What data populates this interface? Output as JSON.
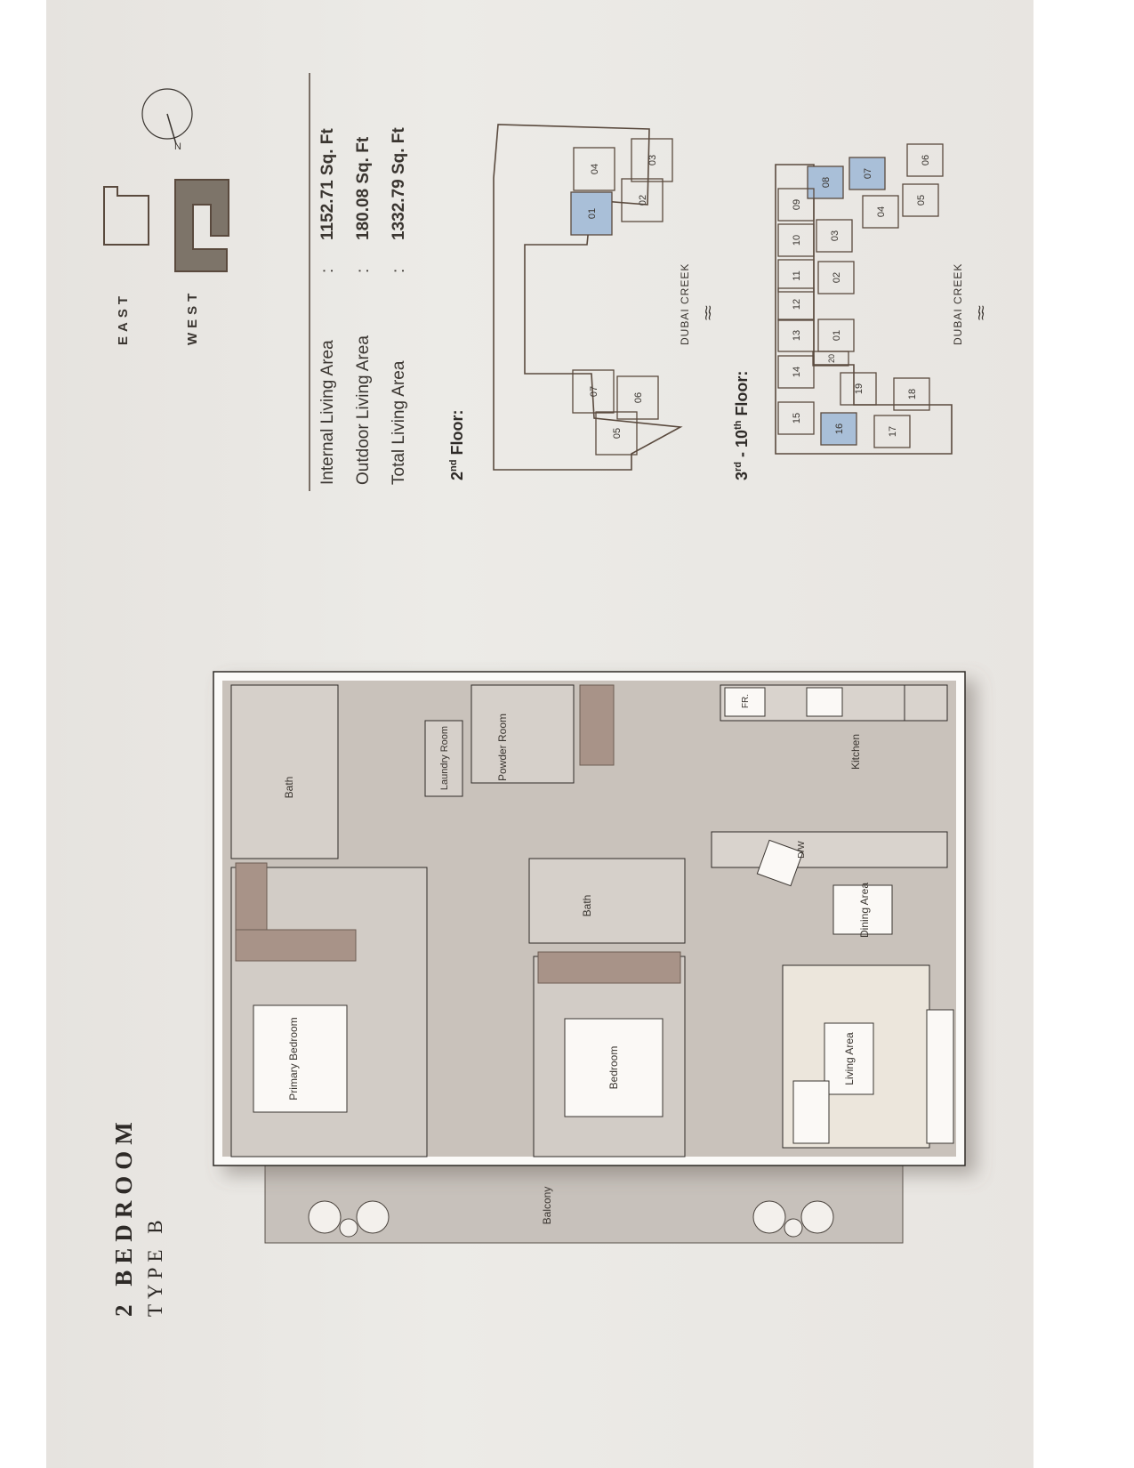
{
  "header": {
    "title": "2 BEDROOM",
    "subtitle": "TYPE B"
  },
  "key_plan": {
    "east_label": "EAST",
    "west_label": "WEST",
    "selected_wing": "WEST",
    "compass_label": "N",
    "building_color": "#7d7469"
  },
  "areas": [
    {
      "label": "Internal Living Area",
      "separator": ":",
      "value": "1152.71 Sq. Ft"
    },
    {
      "label": "Outdoor Living Area",
      "separator": ":",
      "value": "180.08 Sq. Ft"
    },
    {
      "label": "Total Living Area",
      "separator": ":",
      "value": "1332.79 Sq. Ft"
    }
  ],
  "floors": [
    {
      "label_prefix": "2",
      "label_sup": "nd",
      "label_suffix": " Floor:",
      "creek_label": "DUBAI CREEK",
      "units": [
        "01",
        "02",
        "03",
        "04",
        "05",
        "06",
        "07"
      ],
      "highlighted": [
        "01"
      ]
    },
    {
      "label_prefix": "3",
      "label_sup": "rd",
      "label_mid": " - 10",
      "label_sup2": "th",
      "label_suffix": " Floor:",
      "creek_label": "DUBAI CREEK",
      "units": [
        "01",
        "02",
        "03",
        "04",
        "05",
        "06",
        "07",
        "08",
        "09",
        "10",
        "11",
        "12",
        "13",
        "14",
        "15",
        "16",
        "17",
        "18",
        "19",
        "20"
      ],
      "highlighted": [
        "07",
        "08",
        "16"
      ]
    }
  ],
  "highlight_color": "#a9bfd8",
  "plan": {
    "rooms": {
      "primary_bedroom": "Primary Bedroom",
      "bath_1": "Bath",
      "laundry": "Laundry Room",
      "powder": "Powder Room",
      "bedroom": "Bedroom",
      "bath_2": "Bath",
      "kitchen": "Kitchen",
      "dining": "Dining Area",
      "living": "Living Area",
      "balcony": "Balcony",
      "fridge": "FR.",
      "dishwasher": "D/W"
    }
  }
}
